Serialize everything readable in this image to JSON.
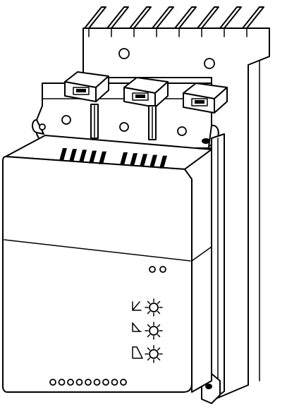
{
  "drawing": {
    "subject": "soft-starter-device",
    "line_color": "#000000",
    "background_color": "#ffffff",
    "heatsink_fin_count": 8,
    "terminal_count": 3,
    "vent_slot_groups": 2,
    "vent_slots_per_group": 5,
    "led_count": 2,
    "potentiometer_count": 3,
    "potentiometer_icons": [
      "ramp-up-icon",
      "ramp-down-icon",
      "start-voltage-icon"
    ],
    "control_terminal_count": 9
  }
}
